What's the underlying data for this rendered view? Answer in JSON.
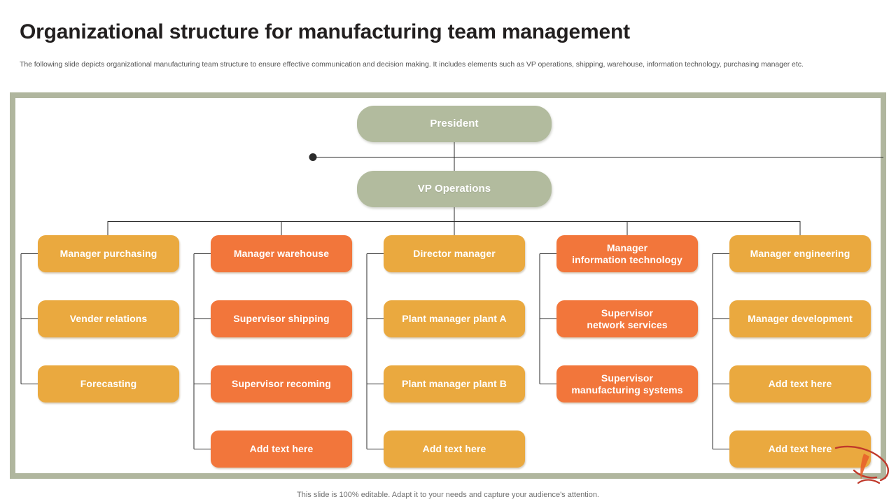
{
  "header": {
    "title": "Organizational structure for manufacturing team management",
    "subtitle": "The following slide depicts organizational manufacturing team structure to ensure effective communication and decision making. It includes elements such as VP operations, shipping, warehouse, information technology, purchasing manager etc."
  },
  "footer": {
    "note": "This slide is 100% editable. Adapt it to your needs and capture your audience's attention."
  },
  "colors": {
    "frame": "#b0b69e",
    "top_node": "#b2bb9e",
    "amber_node": "#eaa93f",
    "orange_node": "#f2763b",
    "connector": "#2b2b2b",
    "title_text": "#221f1f",
    "body_text": "#555555",
    "logo": "#c0392b"
  },
  "chart": {
    "type": "org-chart",
    "top_nodes": [
      {
        "id": "president",
        "label": "President",
        "style": "top"
      },
      {
        "id": "vp-operations",
        "label": "VP Operations",
        "style": "top"
      }
    ],
    "columns": [
      {
        "id": "purchasing",
        "style": "amber",
        "nodes": [
          {
            "label": "Manager purchasing"
          },
          {
            "label": "Vender relations"
          },
          {
            "label": "Forecasting"
          }
        ]
      },
      {
        "id": "warehouse",
        "style": "orange",
        "nodes": [
          {
            "label": "Manager warehouse"
          },
          {
            "label": "Supervisor shipping"
          },
          {
            "label": "Supervisor recoming"
          },
          {
            "label": "Add text here"
          }
        ]
      },
      {
        "id": "director",
        "style": "amber",
        "nodes": [
          {
            "label": "Director manager"
          },
          {
            "label": "Plant manager plant A"
          },
          {
            "label": "Plant manager plant B"
          },
          {
            "label": "Add text here"
          }
        ]
      },
      {
        "id": "information-technology",
        "style": "orange",
        "nodes": [
          {
            "label": "Manager\ninformation technology"
          },
          {
            "label": "Supervisor\nnetwork services"
          },
          {
            "label": "Supervisor\nmanufacturing systems"
          }
        ]
      },
      {
        "id": "engineering",
        "style": "amber",
        "nodes": [
          {
            "label": "Manager engineering"
          },
          {
            "label": "Manager development"
          },
          {
            "label": "Add text here"
          },
          {
            "label": "Add text here"
          }
        ]
      }
    ]
  }
}
